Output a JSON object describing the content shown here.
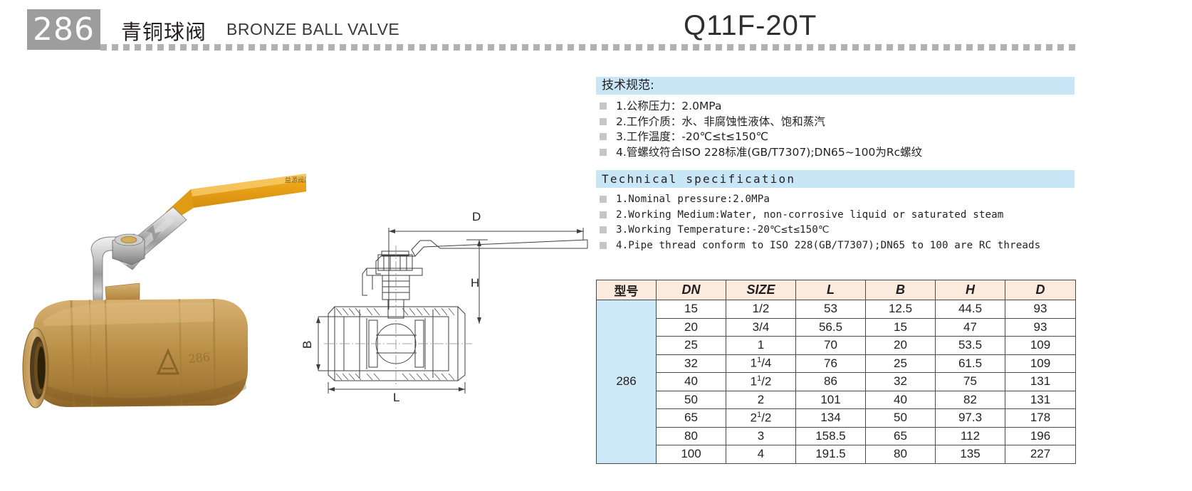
{
  "header": {
    "page_number": "286",
    "title_cn": "青铜球阀",
    "title_en": "BRONZE BALL VALVE",
    "model_no": "Q11F-20T"
  },
  "specs_cn": {
    "heading": "技术规范:",
    "items": [
      "1.公称压力：2.0MPa",
      "2.工作介质：水、非腐蚀性液体、饱和蒸汽",
      "3.工作温度：-20℃≤t≤150℃",
      "4.管螺纹符合ISO 228标准(GB/T7307);DN65~100为Rc螺纹"
    ]
  },
  "specs_en": {
    "heading": "Technical specification",
    "items": [
      "1.Nominal pressure:2.0MPa",
      "2.Working Medium:Water, non-corrosive liquid or saturated steam",
      "3.Working Temperature:-20℃≤t≤150℃",
      "4.Pipe thread conform to ISO 228(GB/T7307);DN65 to 100 are RC threads"
    ]
  },
  "drawing": {
    "label_d": "D",
    "label_h": "H",
    "label_b": "B",
    "label_l": "L"
  },
  "table": {
    "headers": [
      "型号",
      "DN",
      "SIZE",
      "L",
      "B",
      "H",
      "D"
    ],
    "model": "286",
    "rows": [
      {
        "dn": "15",
        "size": "1/2",
        "size_whole": "",
        "size_num": "",
        "size_den": "",
        "l": "53",
        "b": "12.5",
        "h": "44.5",
        "d": "93"
      },
      {
        "dn": "20",
        "size": "3/4",
        "size_whole": "",
        "size_num": "",
        "size_den": "",
        "l": "56.5",
        "b": "15",
        "h": "47",
        "d": "93"
      },
      {
        "dn": "25",
        "size": "1",
        "size_whole": "",
        "size_num": "",
        "size_den": "",
        "l": "70",
        "b": "20",
        "h": "53.5",
        "d": "109"
      },
      {
        "dn": "32",
        "size": "1 1/4",
        "size_whole": "1",
        "size_num": "1",
        "size_den": "4",
        "l": "76",
        "b": "25",
        "h": "61.5",
        "d": "109"
      },
      {
        "dn": "40",
        "size": "1 1/2",
        "size_whole": "1",
        "size_num": "1",
        "size_den": "2",
        "l": "86",
        "b": "32",
        "h": "75",
        "d": "131"
      },
      {
        "dn": "50",
        "size": "2",
        "size_whole": "",
        "size_num": "",
        "size_den": "",
        "l": "101",
        "b": "40",
        "h": "82",
        "d": "131"
      },
      {
        "dn": "65",
        "size": "2 1/2",
        "size_whole": "2",
        "size_num": "1",
        "size_den": "2",
        "l": "134",
        "b": "50",
        "h": "97.3",
        "d": "178"
      },
      {
        "dn": "80",
        "size": "3",
        "size_whole": "",
        "size_num": "",
        "size_den": "",
        "l": "158.5",
        "b": "65",
        "h": "112",
        "d": "196"
      },
      {
        "dn": "100",
        "size": "4",
        "size_whole": "",
        "size_num": "",
        "size_den": "",
        "l": "191.5",
        "b": "80",
        "h": "135",
        "d": "227"
      }
    ]
  },
  "colors": {
    "badge_gray": "#9d9d9d",
    "spec_bar_blue": "#c9e6f7",
    "table_header_peach": "#fbeade",
    "model_cell_blue": "#cde8f6",
    "handle_yellow": "#f2a81d",
    "brass": "#c79a4e"
  }
}
